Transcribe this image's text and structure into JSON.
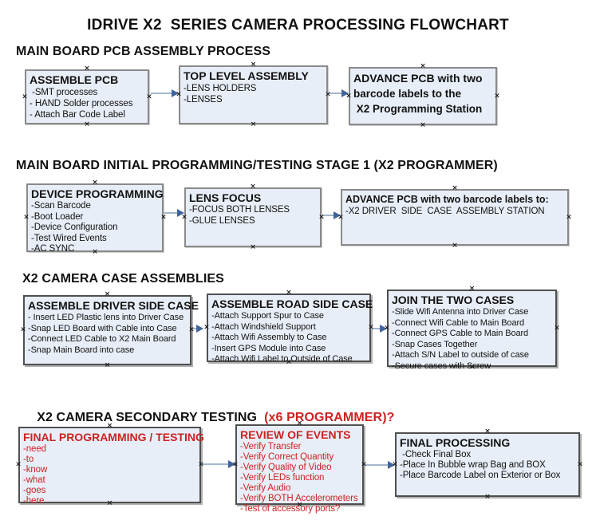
{
  "title": "IDRIVE X2  SERIES CAMERA PROCESSING FLOWCHART",
  "colors": {
    "box_fill": "#e8eef7",
    "box_border_light": "#8a8a8a",
    "box_border_dark": "#4f4f4f",
    "arrow_line": "#a3b6cb",
    "arrow_head": "#40639c",
    "red_text": "#cc2222",
    "black_text": "#111111"
  },
  "sections": [
    {
      "heading": "MAIN BOARD PCB ASSEMBLY PROCESS",
      "boxes": [
        {
          "title": "ASSEMBLE PCB",
          "items": [
            " -SMT processes",
            "- HAND Solder processes",
            "- Attach Bar Code Label"
          ]
        },
        {
          "title": "TOP LEVEL ASSEMBLY",
          "items": [
            "-LENS HOLDERS",
            "-LENSES"
          ]
        },
        {
          "title": "ADVANCE PCB with two",
          "items": [
            "barcode labels to the",
            " X2 Programming Station"
          ]
        }
      ]
    },
    {
      "heading": "MAIN BOARD INITIAL PROGRAMMING/TESTING STAGE 1 (X2 PROGRAMMER)",
      "boxes": [
        {
          "title": "DEVICE PROGRAMMING",
          "items": [
            "-Scan Barcode",
            "-Boot Loader",
            "-Device Configuration",
            "-Test Wired Events",
            "-AC SYNC"
          ]
        },
        {
          "title": "LENS FOCUS",
          "items": [
            "-FOCUS BOTH LENSES",
            "-GLUE LENSES"
          ]
        },
        {
          "title": "ADVANCE PCB with two barcode labels to:",
          "items": [
            "-X2 DRIVER  SIDE  CASE  ASSEMBLY STATION"
          ]
        }
      ]
    },
    {
      "heading": "X2 CAMERA CASE ASSEMBLIES",
      "boxes": [
        {
          "title": "ASSEMBLE DRIVER SIDE CASE",
          "items": [
            "- Insert LED Plastic lens into Driver Case",
            "-Snap LED Board with Cable into Case",
            "-Connect LED Cable to X2 Main Board",
            "-Snap Main Board into case"
          ]
        },
        {
          "title": "ASSEMBLE ROAD SIDE CASE",
          "items": [
            "-Attach Support Spur to Case",
            "-Attach Windshield Support",
            "-Attach Wifi Assembly to Case",
            "-Insert GPS Module into Case",
            "-Attach Wifi Label to Outside of Case"
          ]
        },
        {
          "title": "JOIN THE TWO CASES",
          "items": [
            "-Slide Wifi Antenna into Driver Case",
            "-Connect Wifi Cable to Main Board",
            "-Connect GPS Cable to Main Board",
            "-Snap Cases Together",
            "-Attach S/N Label to outside of case",
            "-Secure cases with Screw"
          ]
        }
      ]
    },
    {
      "heading": "X2 CAMERA SECONDARY TESTING",
      "heading_highlight": "(x6 PROGRAMMER)?",
      "boxes": [
        {
          "title": "FINAL PROGRAMMING / TESTING",
          "items": [
            "-need",
            "-to",
            "-know",
            "-what",
            "-goes",
            "-here"
          ]
        },
        {
          "title": "REVIEW OF EVENTS",
          "items": [
            "-Verify Transfer",
            "-Verify Correct Quantity",
            "-Verify Quality of Video",
            "-Verify LEDs function",
            "-Verify Audio",
            "-Verify BOTH Accelerometers",
            "-Test of accessory ports?"
          ]
        },
        {
          "title": "FINAL PROCESSING",
          "items": [
            " -Check Final Box",
            "-Place In Bubble wrap Bag and BOX",
            "-Place Barcode Label on Exterior or Box"
          ]
        }
      ]
    }
  ]
}
